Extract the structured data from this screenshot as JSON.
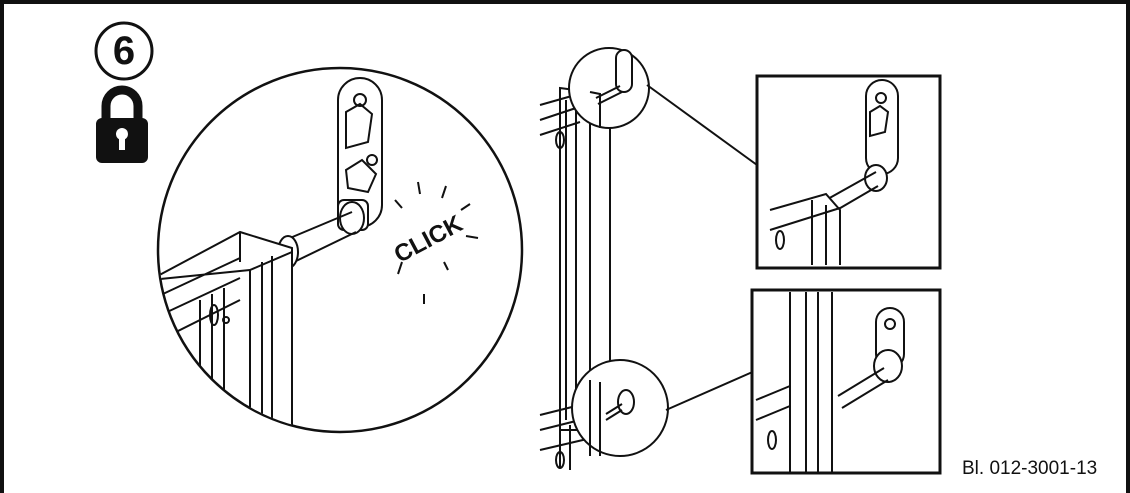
{
  "step": {
    "number": "6",
    "icon": "padlock-icon"
  },
  "callout": {
    "sound_text": "CLICK"
  },
  "footer": {
    "document_reference": "Bl. 012-3001-13"
  },
  "colors": {
    "line": "#111111",
    "fill_dark": "#111111",
    "background": "#ffffff"
  }
}
